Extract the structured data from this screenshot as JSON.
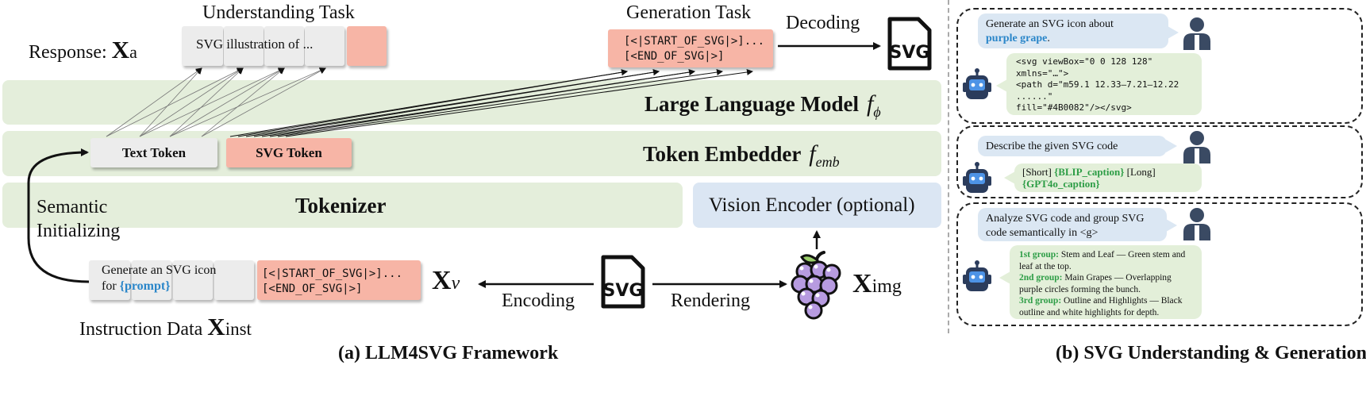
{
  "framework": {
    "understanding_task": "Understanding Task",
    "generation_task": "Generation Task",
    "response_label": "Response:",
    "response_symbol": "X",
    "response_sub": "a",
    "understanding_output": "SVG illustration of ...",
    "generation_output": "[<|START_OF_SVG|>]...\n[<END_OF_SVG|>]",
    "decoding": "Decoding",
    "svg_icon_text": "SVG",
    "llm_title": "Large Language Model",
    "llm_fn": "f",
    "llm_sub": "ϕ",
    "embedder_title": "Token Embedder",
    "embedder_fn": "f",
    "embedder_sub": "emb",
    "text_token": "Text Token",
    "svg_token": "SVG Token",
    "tokenizer": "Tokenizer",
    "vision_encoder": "Vision Encoder (optional)",
    "semantic_initializing": "Semantic\nInitializing",
    "instruction_text_prefix": "Generate an SVG icon\nfor ",
    "instruction_prompt": "{prompt}",
    "instruction_svg": "[<|START_OF_SVG|>]...\n[<END_OF_SVG|>]",
    "instruction_label": "Instruction Data",
    "inst_symbol": "X",
    "inst_sub": "inst",
    "xv_symbol": "X",
    "xv_sub": "v",
    "encoding": "Encoding",
    "rendering": "Rendering",
    "ximg_symbol": "X",
    "ximg_sub": "img",
    "caption": "(a) LLM4SVG Framework"
  },
  "panel_b": {
    "chat1": {
      "user_prefix": "Generate an SVG icon  about",
      "user_highlight": "purple grape",
      "user_suffix": ".",
      "bot_code": "<svg viewBox=\"0 0 128 128\"\nxmlns=\"…\">\n<path d=\"m59.1 12.33–7.21–12.22\n......\"\nfill=\"#4B0082\"/></svg>"
    },
    "chat2": {
      "user": "Describe the given SVG code",
      "bot_short": "[Short] ",
      "bot_blip": "{BLIP_caption}",
      "bot_long": "  [Long]",
      "bot_gpt": "{GPT4o_caption}"
    },
    "chat3": {
      "user": "Analyze SVG code and group SVG code semantically in <g>",
      "g1_label": "1st group:",
      "g1_text": " Stem and Leaf — Green stem and leaf at the top.",
      "g2_label": "2nd group:",
      "g2_text": " Main Grapes — Overlapping purple circles forming the bunch.",
      "g3_label": "3rd group:",
      "g3_text": " Outline and Highlights — Black outline and white highlights for depth."
    },
    "caption": "(b) SVG Understanding & Generation"
  },
  "colors": {
    "band_green": "#e4eedb",
    "band_blue": "#dbe6f3",
    "token_gray": "#ececec",
    "token_red": "#f7b5a6",
    "accent_blue": "#2a86c9",
    "accent_green": "#2d9d46",
    "grape_purple": "#b79be0"
  }
}
